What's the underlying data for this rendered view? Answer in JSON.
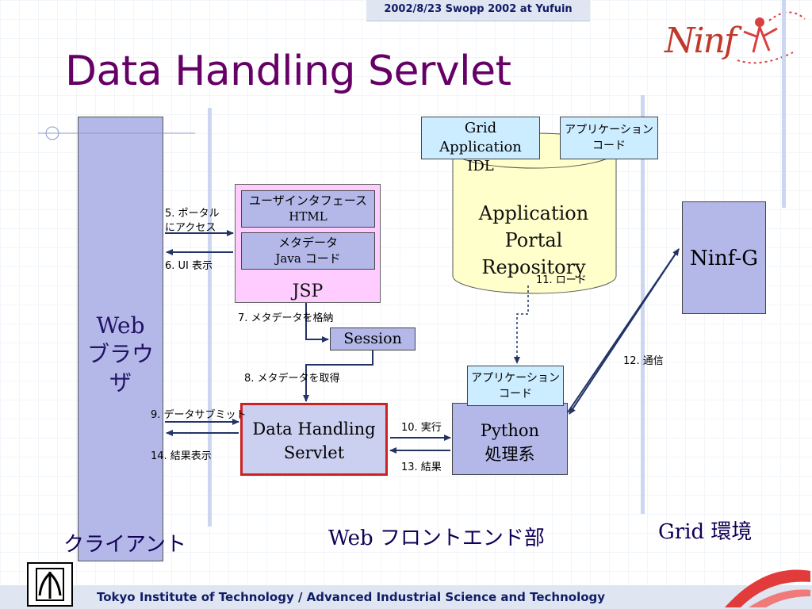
{
  "header": {
    "text": "2002/8/23 Swopp 2002 at Yufuin"
  },
  "title": "Data Handling Servlet",
  "logo": {
    "text": "Ninf"
  },
  "browser": {
    "line1": "Web",
    "line2": "ブラウザ"
  },
  "jsp": {
    "label": "JSP",
    "ui_box": {
      "line1": "ユーザインタフェース",
      "line2": "HTML"
    },
    "meta_box": {
      "line1": "メタデータ",
      "line2": "Java コード"
    }
  },
  "session": "Session",
  "servlet": {
    "line1": "Data Handling",
    "line2": "Servlet"
  },
  "python": {
    "line1": "Python",
    "line2": "処理系"
  },
  "app_code_python": {
    "line1": "アプリケーション",
    "line2": "コード"
  },
  "grid_app_idl": {
    "line1": "Grid Application",
    "line2": "IDL"
  },
  "app_code_top": {
    "line1": "アプリケーション",
    "line2": "コード"
  },
  "repository": {
    "line1": "Application",
    "line2": "Portal Repository"
  },
  "ninfg": "Ninf-G",
  "steps": {
    "s5a": "5. ポータル",
    "s5b": "にアクセス",
    "s6": "6.  UI 表示",
    "s7": "7. メタデータを格納",
    "s8": "8. メタデータを取得",
    "s9": "9.  データサブミット",
    "s10": "10. 実行",
    "s11": "11. ロード",
    "s12": "12. 通信",
    "s13": "13. 結果",
    "s14": "14. 結果表示"
  },
  "zones": {
    "client": "クライアント",
    "frontend": "Web フロントエンド部",
    "grid": "Grid 環境"
  },
  "footer": "Tokyo Institute of Technology / Advanced Industrial Science and Technology",
  "colors": {
    "title": "#660066",
    "highlight_border": "#cc2222",
    "box_fill": "#b3b8e8",
    "jsp_fill": "#ffccff",
    "idl_fill": "#ccecff",
    "cylinder_fill": "#ffffcc"
  }
}
